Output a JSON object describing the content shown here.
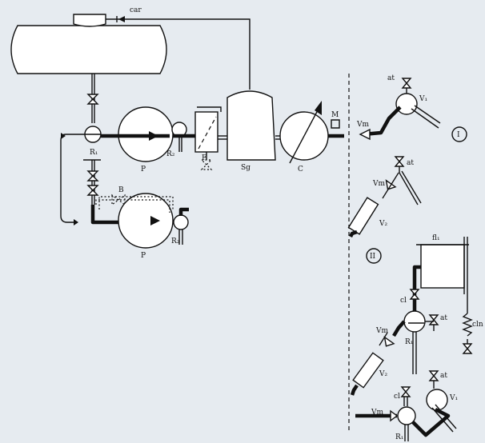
{
  "labels": {
    "car": "car",
    "r1_a": "R₁",
    "r2_a": "R₂",
    "p_a": "P",
    "f": "F",
    "sg": "Sg",
    "c": "C",
    "m": "M",
    "b": "B",
    "p_b": "P",
    "r2_b": "R₂",
    "vm_1": "Vm",
    "at_1": "at",
    "v1_1": "V₁",
    "roman_1": "I",
    "at_2": "at",
    "vm_2": "Vm",
    "v2_2": "V₂",
    "roman_2": "II",
    "fl": "fl₁",
    "cl_1": "cl",
    "at_3": "at",
    "vm_3": "Vm",
    "r1_3": "R₁",
    "cln": "cln",
    "v2_3": "V₂",
    "at_4": "at",
    "cl_4": "cl",
    "v1_4": "V₁",
    "vm_4": "Vm",
    "r1_4": "R₁"
  }
}
